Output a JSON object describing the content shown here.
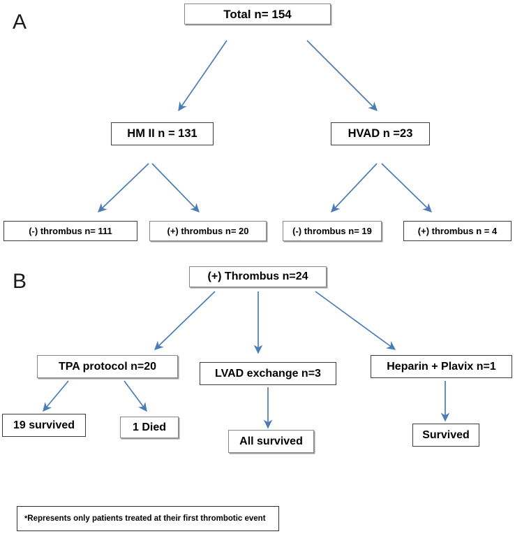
{
  "figure": {
    "type": "flowchart",
    "background_color": "#ffffff",
    "arrow_color": "#4a7cb5",
    "box_border_color": "#3a3a3a",
    "text_color": "#000000"
  },
  "panels": [
    {
      "id": "A",
      "label": "A"
    },
    {
      "id": "B",
      "label": "B"
    }
  ],
  "panel_a": {
    "root": {
      "label": "Total  n= 154"
    },
    "devices": [
      {
        "label": "HM II n = 131"
      },
      {
        "label": "HVAD n =23"
      }
    ],
    "outcomes": [
      {
        "label": "(-) thrombus  n= 111"
      },
      {
        "label": "(+) thrombus n= 20"
      },
      {
        "label": "(-) thrombus n= 19"
      },
      {
        "label": "(+) thrombus n = 4"
      }
    ]
  },
  "panel_b": {
    "root": {
      "label": "(+) Thrombus n=24"
    },
    "treatments": [
      {
        "label": "TPA protocol  n=20"
      },
      {
        "label": "LVAD exchange n=3"
      },
      {
        "label": "Heparin + Plavix n=1"
      }
    ],
    "results": [
      {
        "label": "19 survived"
      },
      {
        "label": "1 Died"
      },
      {
        "label": "All survived"
      },
      {
        "label": "Survived"
      }
    ]
  },
  "footnote": {
    "marker": "*",
    "text": "Represents only patients treated at their first thrombotic event"
  },
  "chart_data": {
    "type": "table",
    "title": "LVAD pump thrombosis cohort flow diagram",
    "panel_a_flow": {
      "total_n": 154,
      "branches": [
        {
          "device": "HM II",
          "n": 131,
          "children": [
            {
              "label": "(-) thrombus",
              "n": 111
            },
            {
              "label": "(+) thrombus",
              "n": 20
            }
          ]
        },
        {
          "device": "HVAD",
          "n": 23,
          "children": [
            {
              "label": "(-) thrombus",
              "n": 19
            },
            {
              "label": "(+) thrombus",
              "n": 4
            }
          ]
        }
      ]
    },
    "panel_b_flow": {
      "positive_thrombus_n": 24,
      "treatments": [
        {
          "label": "TPA protocol",
          "n": 20,
          "outcomes": [
            {
              "label": "19 survived",
              "n": 19
            },
            {
              "label": "1 Died",
              "n": 1
            }
          ]
        },
        {
          "label": "LVAD exchange",
          "n": 3,
          "outcomes": [
            {
              "label": "All survived",
              "n": 3
            }
          ]
        },
        {
          "label": "Heparin + Plavix",
          "n": 1,
          "outcomes": [
            {
              "label": "Survived",
              "n": 1
            }
          ]
        }
      ]
    }
  }
}
